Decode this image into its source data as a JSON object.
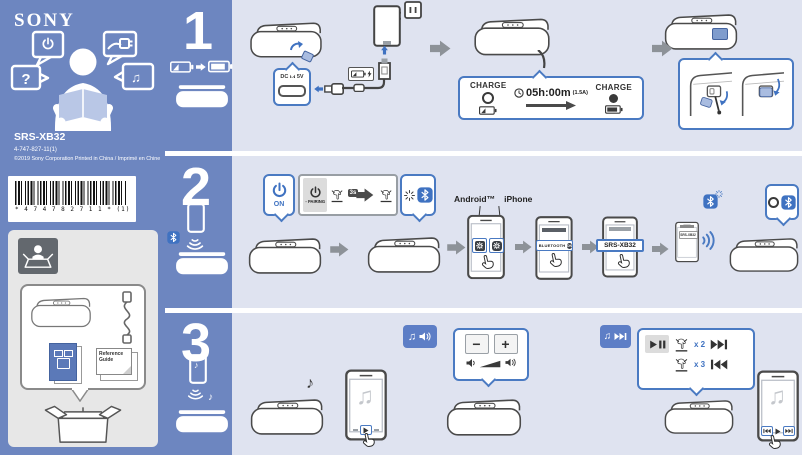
{
  "colors": {
    "background_blue": "#6d86c0",
    "panel_light": "#dfe3f0",
    "callout_border_blue": "#4a7ac2",
    "bluetooth_blue": "#3f72c1",
    "badge_blue": "#5d7ec6",
    "arrow_gray": "#8d9298",
    "ink": "#333333"
  },
  "brand": {
    "logo": "SONY"
  },
  "product": {
    "model": "SRS-XB32",
    "part_number": "4-747-827-11(1)",
    "copyright": "©2019 Sony Corporation Printed in China / Imprimé en Chine",
    "barcode_text": "* 4 7 4 7 8 2 7 1 1 * (1)"
  },
  "package_contents": {
    "reference_guide_label": "Reference Guide"
  },
  "icons": {
    "question_mark": "?",
    "music_note": "♪",
    "music_notes": "♫"
  },
  "step1": {
    "number": "1",
    "port_label": "DC IN 5V",
    "charging_label": "CHARGE",
    "charged_label": "CHARGE",
    "charge_time": "05h:00m",
    "charge_current": "(1.5A)"
  },
  "step2": {
    "number": "2",
    "power_on_label": "ON",
    "pairing_label": "- PAIRING",
    "hold_duration": "3s",
    "android_label": "Android™",
    "iphone_label": "iPhone",
    "bluetooth_setting_label": "BLUETOOTH",
    "bluetooth_on_label": "ON",
    "device_list_name": "SRS-XB32",
    "connected_device_name": "SRS-XB32"
  },
  "step3": {
    "number": "3",
    "volume_down_label": "−",
    "volume_up_label": "+",
    "double_press_label": "x 2",
    "triple_press_label": "x 3"
  }
}
